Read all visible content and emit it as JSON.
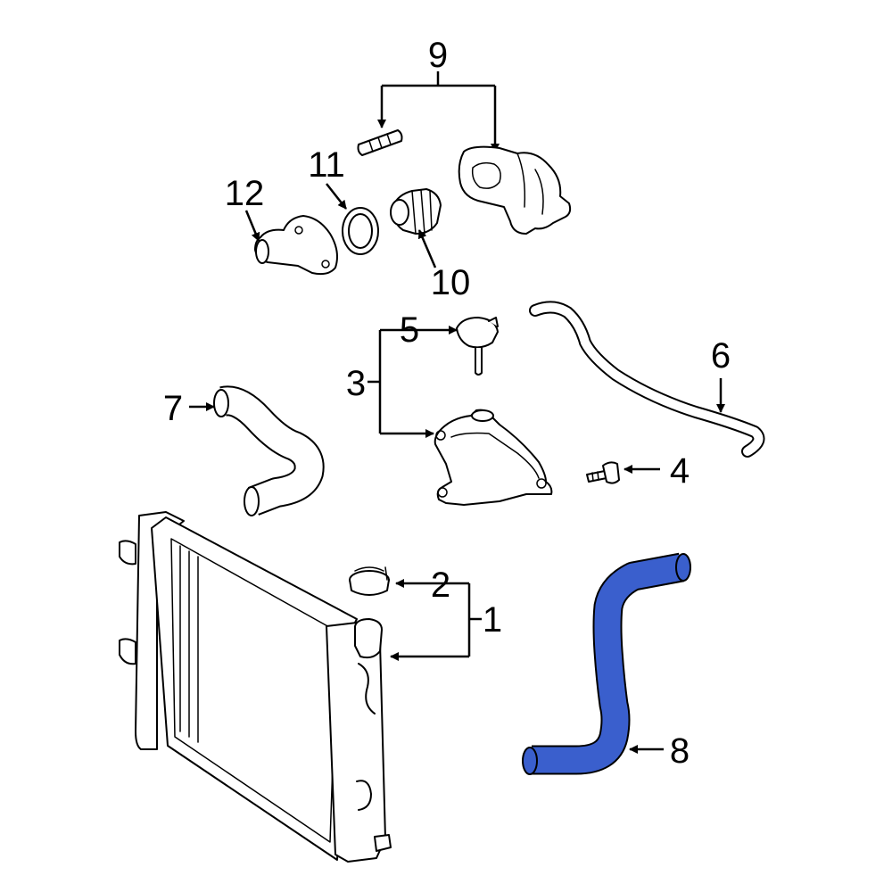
{
  "diagram": {
    "highlight_color": "#3a5fcd",
    "line_color": "#000000",
    "background": "#ffffff",
    "callouts": [
      {
        "id": "1",
        "text": "1"
      },
      {
        "id": "2",
        "text": "2"
      },
      {
        "id": "3",
        "text": "3"
      },
      {
        "id": "4",
        "text": "4"
      },
      {
        "id": "5",
        "text": "5"
      },
      {
        "id": "6",
        "text": "6"
      },
      {
        "id": "7",
        "text": "7"
      },
      {
        "id": "8",
        "text": "8"
      },
      {
        "id": "9",
        "text": "9"
      },
      {
        "id": "10",
        "text": "10"
      },
      {
        "id": "11",
        "text": "11"
      },
      {
        "id": "12",
        "text": "12"
      }
    ],
    "highlighted_part": "8"
  }
}
